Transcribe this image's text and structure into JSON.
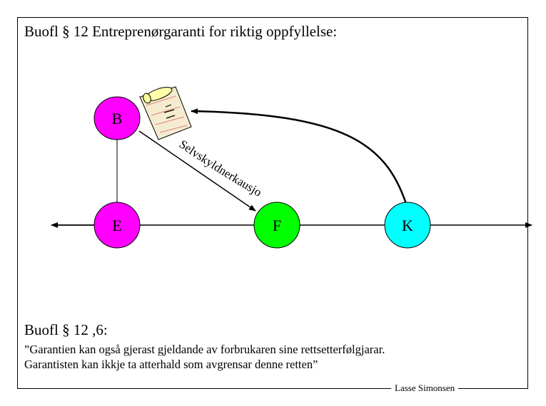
{
  "title": "Buofl § 12 Entreprenørgaranti for riktig oppfyllelse:",
  "nodes": {
    "B": {
      "label": "B",
      "color": "#ff00ff"
    },
    "E": {
      "label": "E",
      "color": "#ff00ff"
    },
    "F": {
      "label": "F",
      "color": "#00ff00"
    },
    "K": {
      "label": "K",
      "color": "#00ffff"
    }
  },
  "edge_label": "Selvskyldnerkausjon",
  "icons": {
    "document": "scroll-document-icon"
  },
  "reference": "Buofl § 12 ,6:",
  "quote": {
    "line1": "”Garantien kan også gjerast gjeldande av forbrukaren sine rettsetterfølgjarar.",
    "line2": "Garantisten kan ikkje ta atterhald som avgrensar denne retten”"
  },
  "author": "Lasse Simonsen"
}
